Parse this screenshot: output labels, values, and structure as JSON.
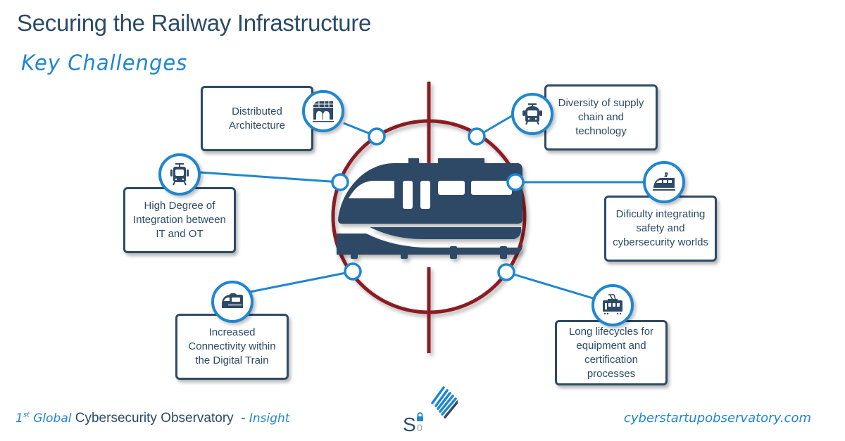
{
  "header": {
    "title": "Securing the Railway Infrastructure",
    "subtitle": "Key Challenges"
  },
  "center": {
    "icon": "high-speed-train-icon",
    "target": "crosshair-target"
  },
  "challenges": [
    {
      "label": "Distributed Architecture",
      "icon": "station-arch-icon"
    },
    {
      "label": "Diversity of supply chain and technology",
      "icon": "train-front-icon"
    },
    {
      "label": "High Degree of Integration between IT and OT",
      "icon": "tram-front-icon"
    },
    {
      "label": "Dificulty integrating safety and cybersecurity worlds",
      "icon": "light-rail-icon"
    },
    {
      "label": "Increased Connectivity within the Digital Train",
      "icon": "train-car-icon"
    },
    {
      "label": "Long lifecycles for equipment and certification processes",
      "icon": "trolley-icon"
    }
  ],
  "footer": {
    "ordinal": "1",
    "ordinal_suffix": "st",
    "global": "Global",
    "observatory": "Cybersecurity Observatory",
    "separator": "-",
    "insight": "Insight",
    "website": "cyberstartupobservatory.com",
    "logo_letter": "S",
    "logo_sub": "0"
  },
  "colors": {
    "navy": "#2b4a66",
    "blue": "#1f86d0",
    "crimson": "#8b1a22"
  }
}
